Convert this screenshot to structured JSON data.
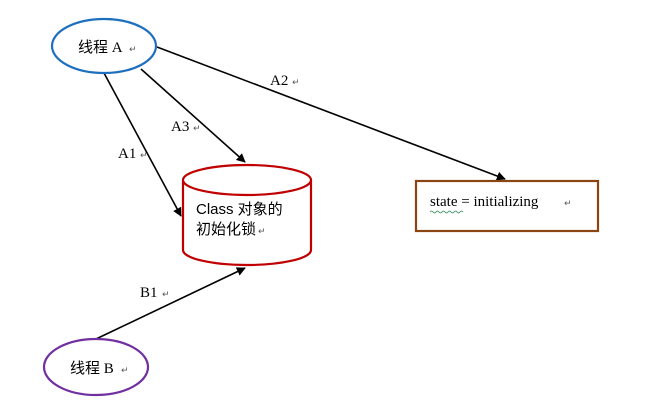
{
  "nodes": {
    "thread_a": {
      "label": "线程 A",
      "border_color": "#1f6fbf"
    },
    "thread_b": {
      "label": "线程 B",
      "border_color": "#7030a0"
    },
    "init_lock": {
      "line1": "Class 对象的",
      "line2": "初始化锁",
      "border_color": "#c00000"
    },
    "state_box": {
      "label": "state = initializing",
      "border_color": "#8b4513"
    }
  },
  "edges": {
    "a1": {
      "label": "A1"
    },
    "a2": {
      "label": "A2"
    },
    "a3": {
      "label": "A3"
    },
    "b1": {
      "label": "B1"
    }
  },
  "paragraph_mark": "↵"
}
